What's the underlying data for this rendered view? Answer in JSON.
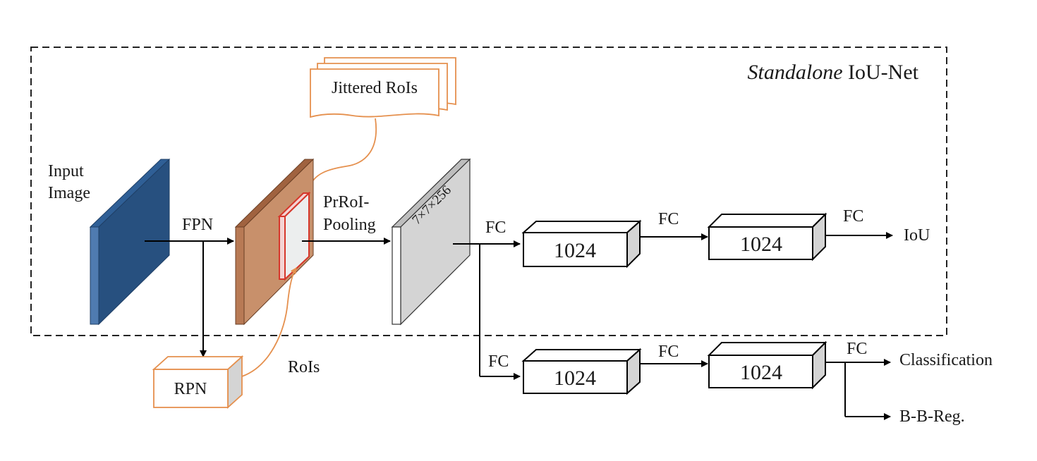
{
  "title": {
    "italic_part": "Standalone",
    "rest": " IoU-Net"
  },
  "input_image": {
    "line1": "Input",
    "line2": "Image"
  },
  "labels": {
    "fpn": "FPN",
    "prroi_line1": "PrRoI-",
    "prroi_line2": "Pooling",
    "feature_size": "7×7×256",
    "rois": "RoIs",
    "rpn": "RPN",
    "jittered_rois": "Jittered RoIs"
  },
  "fc_label": "FC",
  "blocks": {
    "iou_branch_1": "1024",
    "iou_branch_2": "1024",
    "cls_branch_1": "1024",
    "cls_branch_2": "1024"
  },
  "outputs": {
    "iou": "IoU",
    "classification": "Classification",
    "bbreg": "B-B-Reg."
  },
  "colors": {
    "input_blue": "#4f7bb0",
    "fpn_brown": "#c8906b",
    "roi_red": "#d6372b",
    "orange_line": "#e5904e",
    "gray_face": "#d4d4d4"
  }
}
